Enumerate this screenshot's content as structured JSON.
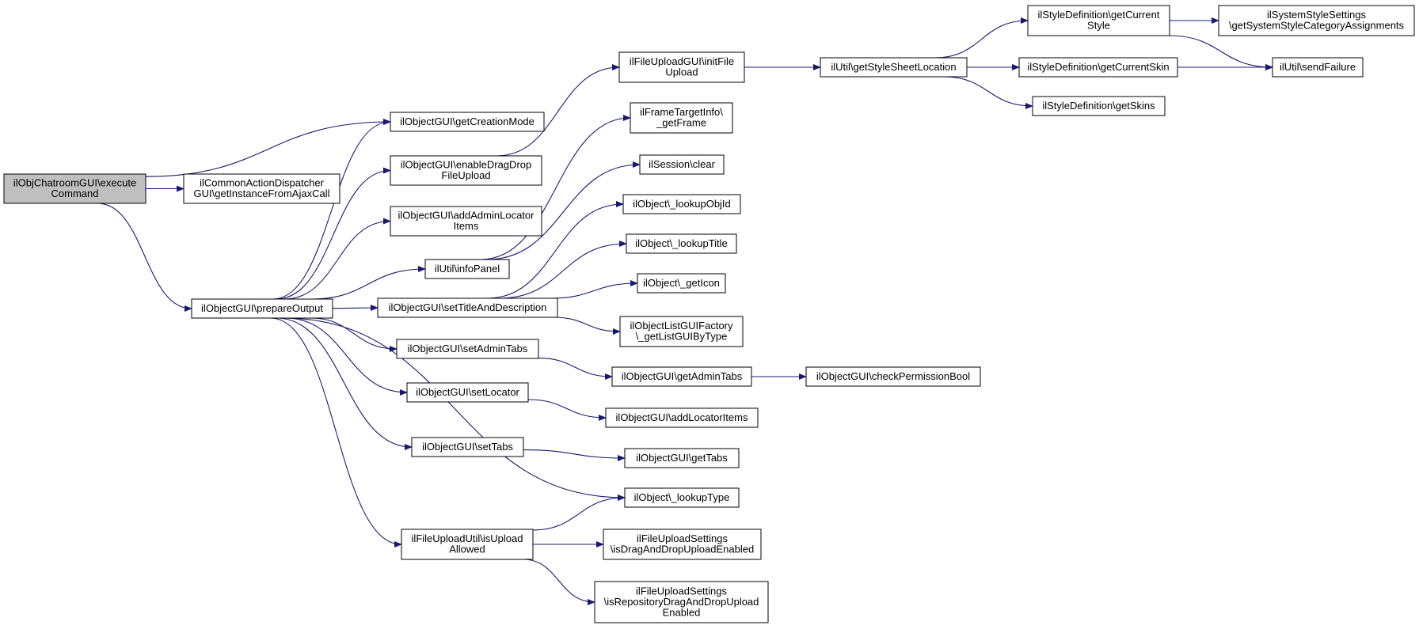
{
  "diagram": {
    "type": "call-graph",
    "edge_color": "#191970",
    "root_fill": "#bfbfbf",
    "node_fill": "#ffffff",
    "nodes": [
      {
        "id": "execcmd",
        "lines": [
          "ilObjChatroomGUI\\execute",
          "Command"
        ],
        "root": true
      },
      {
        "id": "getinst",
        "lines": [
          "ilCommonActionDispatcher",
          "GUI\\getInstanceFromAjaxCall"
        ]
      },
      {
        "id": "prepout",
        "lines": [
          "ilObjectGUI\\prepareOutput"
        ]
      },
      {
        "id": "getcreat",
        "lines": [
          "ilObjectGUI\\getCreationMode"
        ]
      },
      {
        "id": "enabledd",
        "lines": [
          "ilObjectGUI\\enableDragDrop",
          "FileUpload"
        ]
      },
      {
        "id": "addadmloc",
        "lines": [
          "ilObjectGUI\\addAdminLocator",
          "Items"
        ]
      },
      {
        "id": "infopanel",
        "lines": [
          "ilUtil\\infoPanel"
        ]
      },
      {
        "id": "settitle",
        "lines": [
          "ilObjectGUI\\setTitleAndDescription"
        ]
      },
      {
        "id": "setadmtabs",
        "lines": [
          "ilObjectGUI\\setAdminTabs"
        ]
      },
      {
        "id": "setlocator",
        "lines": [
          "ilObjectGUI\\setLocator"
        ]
      },
      {
        "id": "settabs",
        "lines": [
          "ilObjectGUI\\setTabs"
        ]
      },
      {
        "id": "isupload",
        "lines": [
          "ilFileUploadUtil\\isUpload",
          "Allowed"
        ]
      },
      {
        "id": "initfile",
        "lines": [
          "ilFileUploadGUI\\initFile",
          "Upload"
        ]
      },
      {
        "id": "getframe",
        "lines": [
          "ilFrameTargetInfo\\",
          "_getFrame"
        ]
      },
      {
        "id": "sessclear",
        "lines": [
          "ilSession\\clear"
        ]
      },
      {
        "id": "lookupobj",
        "lines": [
          "ilObject\\_lookupObjId"
        ]
      },
      {
        "id": "lookuptitle",
        "lines": [
          "ilObject\\_lookupTitle"
        ]
      },
      {
        "id": "geticon",
        "lines": [
          "ilObject\\_getIcon"
        ]
      },
      {
        "id": "listfactory",
        "lines": [
          "ilObjectListGUIFactory",
          "\\_getListGUIByType"
        ]
      },
      {
        "id": "getadmtabs",
        "lines": [
          "ilObjectGUI\\getAdminTabs"
        ]
      },
      {
        "id": "addlocitems",
        "lines": [
          "ilObjectGUI\\addLocatorItems"
        ]
      },
      {
        "id": "gettabs",
        "lines": [
          "ilObjectGUI\\getTabs"
        ]
      },
      {
        "id": "lookuptype",
        "lines": [
          "ilObject\\_lookupType"
        ]
      },
      {
        "id": "isdrag",
        "lines": [
          "ilFileUploadSettings",
          "\\isDragAndDropUploadEnabled"
        ]
      },
      {
        "id": "isrepo",
        "lines": [
          "ilFileUploadSettings",
          "\\isRepositoryDragAndDropUpload",
          "Enabled"
        ]
      },
      {
        "id": "getsheet",
        "lines": [
          "ilUtil\\getStyleSheetLocation"
        ]
      },
      {
        "id": "checkperm",
        "lines": [
          "ilObjectGUI\\checkPermissionBool"
        ]
      },
      {
        "id": "getcurstyle",
        "lines": [
          "ilStyleDefinition\\getCurrent",
          "Style"
        ]
      },
      {
        "id": "getcurskin",
        "lines": [
          "ilStyleDefinition\\getCurrentSkin"
        ]
      },
      {
        "id": "getskins",
        "lines": [
          "ilStyleDefinition\\getSkins"
        ]
      },
      {
        "id": "sysstyle",
        "lines": [
          "ilSystemStyleSettings",
          "\\getSystemStyleCategoryAssignments"
        ]
      },
      {
        "id": "sendfail",
        "lines": [
          "ilUtil\\sendFailure"
        ]
      }
    ],
    "edges": [
      {
        "from": "execcmd",
        "to": "getcreat"
      },
      {
        "from": "execcmd",
        "to": "getinst"
      },
      {
        "from": "execcmd",
        "to": "prepout"
      },
      {
        "from": "prepout",
        "to": "getcreat"
      },
      {
        "from": "prepout",
        "to": "enabledd"
      },
      {
        "from": "prepout",
        "to": "addadmloc"
      },
      {
        "from": "prepout",
        "to": "infopanel"
      },
      {
        "from": "prepout",
        "to": "settitle"
      },
      {
        "from": "prepout",
        "to": "setadmtabs"
      },
      {
        "from": "prepout",
        "to": "setlocator"
      },
      {
        "from": "prepout",
        "to": "settabs"
      },
      {
        "from": "prepout",
        "to": "lookuptype"
      },
      {
        "from": "prepout",
        "to": "isupload"
      },
      {
        "from": "enabledd",
        "to": "initfile"
      },
      {
        "from": "infopanel",
        "to": "getframe"
      },
      {
        "from": "infopanel",
        "to": "sessclear"
      },
      {
        "from": "settitle",
        "to": "lookupobj"
      },
      {
        "from": "settitle",
        "to": "lookuptitle"
      },
      {
        "from": "settitle",
        "to": "geticon"
      },
      {
        "from": "settitle",
        "to": "listfactory"
      },
      {
        "from": "setadmtabs",
        "to": "getadmtabs"
      },
      {
        "from": "setlocator",
        "to": "addlocitems"
      },
      {
        "from": "settabs",
        "to": "gettabs"
      },
      {
        "from": "isupload",
        "to": "lookuptype"
      },
      {
        "from": "isupload",
        "to": "isdrag"
      },
      {
        "from": "isupload",
        "to": "isrepo"
      },
      {
        "from": "initfile",
        "to": "getsheet"
      },
      {
        "from": "getadmtabs",
        "to": "checkperm"
      },
      {
        "from": "getsheet",
        "to": "getcurstyle"
      },
      {
        "from": "getsheet",
        "to": "getcurskin"
      },
      {
        "from": "getsheet",
        "to": "getskins"
      },
      {
        "from": "getcurstyle",
        "to": "sysstyle"
      },
      {
        "from": "getcurstyle",
        "to": "sendfail"
      },
      {
        "from": "getcurskin",
        "to": "sendfail"
      }
    ]
  }
}
